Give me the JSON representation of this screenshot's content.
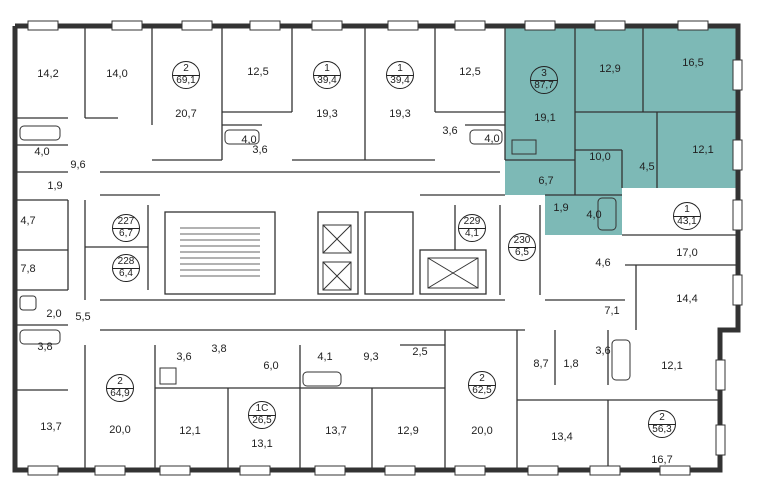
{
  "highlight_color": "#7db9b6",
  "rooms": [
    {
      "id": "r1",
      "text": "14,2"
    },
    {
      "id": "r2",
      "text": "14,0"
    },
    {
      "id": "r3",
      "text": "20,7"
    },
    {
      "id": "r4",
      "text": "12,5"
    },
    {
      "id": "r5",
      "text": "19,3"
    },
    {
      "id": "r6",
      "text": "19,3"
    },
    {
      "id": "r7",
      "text": "12,5"
    },
    {
      "id": "r8",
      "text": "12,9"
    },
    {
      "id": "r9",
      "text": "16,5"
    },
    {
      "id": "r10",
      "text": "19,1"
    },
    {
      "id": "r11",
      "text": "10,0"
    },
    {
      "id": "r12",
      "text": "12,1"
    },
    {
      "id": "r13",
      "text": "4,5"
    },
    {
      "id": "r14",
      "text": "6,7"
    },
    {
      "id": "r15",
      "text": "1,9"
    },
    {
      "id": "r16",
      "text": "4,0"
    },
    {
      "id": "r17",
      "text": "4,0"
    },
    {
      "id": "r18",
      "text": "1,9"
    },
    {
      "id": "r19",
      "text": "9,6"
    },
    {
      "id": "r20",
      "text": "4,0"
    },
    {
      "id": "r21",
      "text": "3,6"
    },
    {
      "id": "r22",
      "text": "3,6"
    },
    {
      "id": "r23",
      "text": "4,0"
    },
    {
      "id": "r24",
      "text": "4,7"
    },
    {
      "id": "r25",
      "text": "7,8"
    },
    {
      "id": "r26",
      "text": "2,0"
    },
    {
      "id": "r27",
      "text": "5,5"
    },
    {
      "id": "r28",
      "text": "3,8"
    },
    {
      "id": "r29",
      "text": "4,6"
    },
    {
      "id": "r30",
      "text": "17,0"
    },
    {
      "id": "r31",
      "text": "14,4"
    },
    {
      "id": "r32",
      "text": "7,1"
    },
    {
      "id": "r33",
      "text": "3,6"
    },
    {
      "id": "r34",
      "text": "3,8"
    },
    {
      "id": "r35",
      "text": "6,0"
    },
    {
      "id": "r36",
      "text": "4,1"
    },
    {
      "id": "r37",
      "text": "9,3"
    },
    {
      "id": "r38",
      "text": "2,5"
    },
    {
      "id": "r39",
      "text": "8,7"
    },
    {
      "id": "r40",
      "text": "1,8"
    },
    {
      "id": "r41",
      "text": "3,6"
    },
    {
      "id": "r42",
      "text": "12,1"
    },
    {
      "id": "r43",
      "text": "13,7"
    },
    {
      "id": "r44",
      "text": "20,0"
    },
    {
      "id": "r45",
      "text": "12,1"
    },
    {
      "id": "r46",
      "text": "13,1"
    },
    {
      "id": "r47",
      "text": "13,7"
    },
    {
      "id": "r48",
      "text": "12,9"
    },
    {
      "id": "r49",
      "text": "20,0"
    },
    {
      "id": "r50",
      "text": "13,4"
    },
    {
      "id": "r51",
      "text": "16,7"
    }
  ],
  "apartments": [
    {
      "id": "a1",
      "rooms": "2",
      "area": "69,1"
    },
    {
      "id": "a2",
      "rooms": "1",
      "area": "39,4"
    },
    {
      "id": "a3",
      "rooms": "1",
      "area": "39,4"
    },
    {
      "id": "a4",
      "rooms": "3",
      "area": "87,7"
    },
    {
      "id": "a5",
      "rooms": "227",
      "area": "6,7"
    },
    {
      "id": "a6",
      "rooms": "228",
      "area": "6,4"
    },
    {
      "id": "a7",
      "rooms": "229",
      "area": "4,1"
    },
    {
      "id": "a8",
      "rooms": "230",
      "area": "6,5"
    },
    {
      "id": "a9",
      "rooms": "1",
      "area": "43,1"
    },
    {
      "id": "a10",
      "rooms": "2",
      "area": "64,9"
    },
    {
      "id": "a11",
      "rooms": "1С",
      "area": "26,5"
    },
    {
      "id": "a12",
      "rooms": "2",
      "area": "62,5"
    },
    {
      "id": "a13",
      "rooms": "2",
      "area": "56,3"
    }
  ]
}
